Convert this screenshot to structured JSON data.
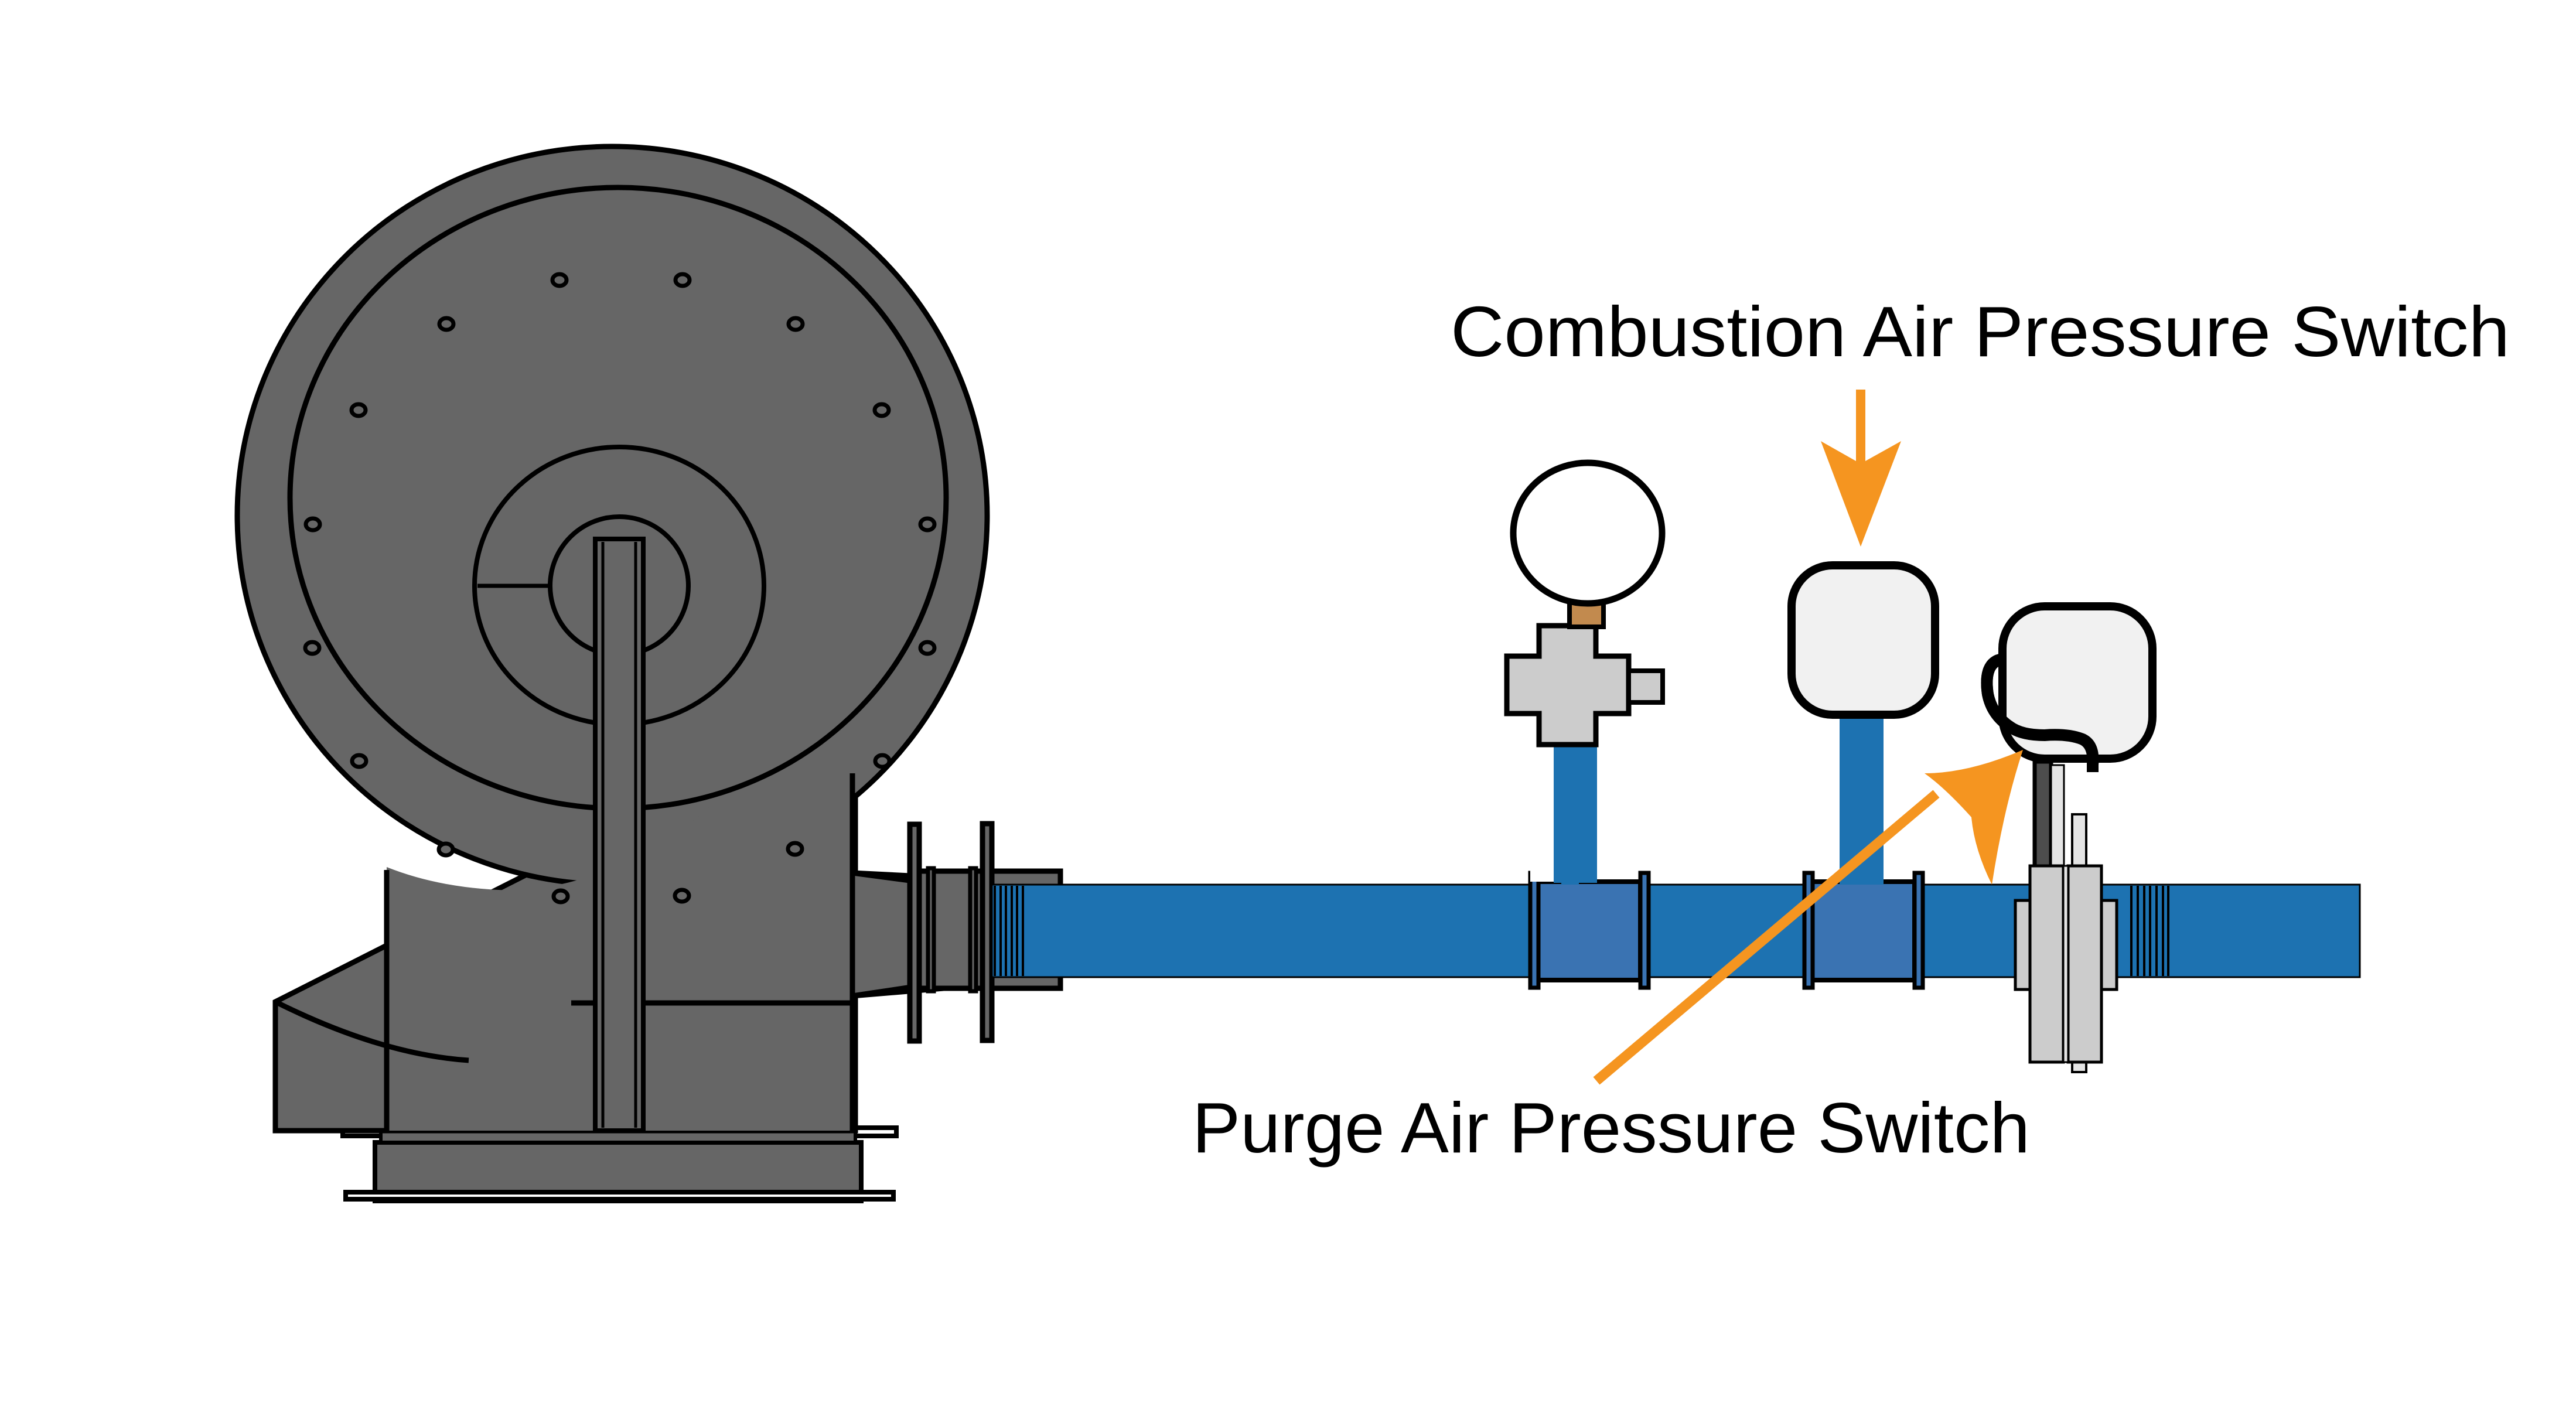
{
  "diagram": {
    "title": "Combustion air blower with pressure switches",
    "labels": {
      "combustion_switch": "Combustion Air Pressure Switch",
      "purge_switch": "Purge Air Pressure Switch"
    },
    "components": [
      {
        "id": "blower",
        "name": "Centrifugal blower"
      },
      {
        "id": "transition",
        "name": "Outlet transition and flanged spool"
      },
      {
        "id": "air-pipe",
        "name": "Combustion air pipe"
      },
      {
        "id": "pressure-gauge",
        "name": "Pressure gauge on cross fitting"
      },
      {
        "id": "combustion-air-pressure-switch",
        "name": "Combustion Air Pressure Switch"
      },
      {
        "id": "purge-air-pressure-switch",
        "name": "Purge Air Pressure Switch"
      },
      {
        "id": "butterfly-valve",
        "name": "Butterfly valve"
      }
    ],
    "colors": {
      "blower": "#666666",
      "pipe": "#1d72b1",
      "pipe_flange": "#3a73b2",
      "fitting": "#cccccc",
      "switch_body": "#f1f1f1",
      "gauge_nipple": "#c28a4e",
      "arrow": "#f59520",
      "outline": "#000000"
    }
  }
}
